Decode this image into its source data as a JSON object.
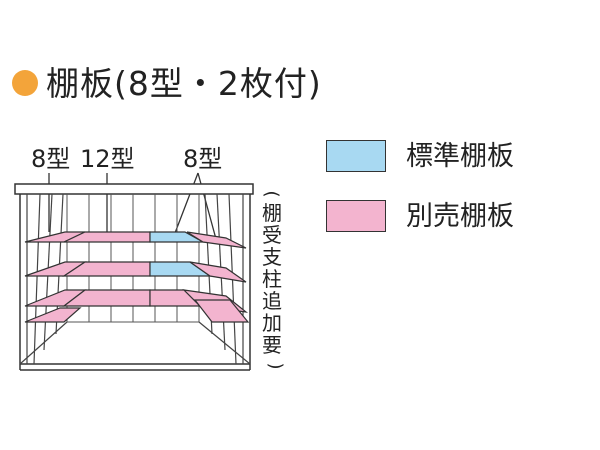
{
  "title": "棚板(8型・2枚付)",
  "diagram": {
    "labels": {
      "left": "8型",
      "center": "12型",
      "right": "8型"
    },
    "side_note_chars": [
      "(",
      "棚",
      "受",
      "支",
      "柱",
      "追",
      "加",
      "要",
      ")"
    ]
  },
  "legend": {
    "items": [
      {
        "label": "標準棚板",
        "color": "#a8d9f2"
      },
      {
        "label": "別売棚板",
        "color": "#f3b4cf"
      }
    ]
  },
  "colors": {
    "accent_dot": "#f3a43a",
    "standard_shelf": "#a8d9f2",
    "optional_shelf": "#f3b4cf",
    "line": "#333333"
  }
}
